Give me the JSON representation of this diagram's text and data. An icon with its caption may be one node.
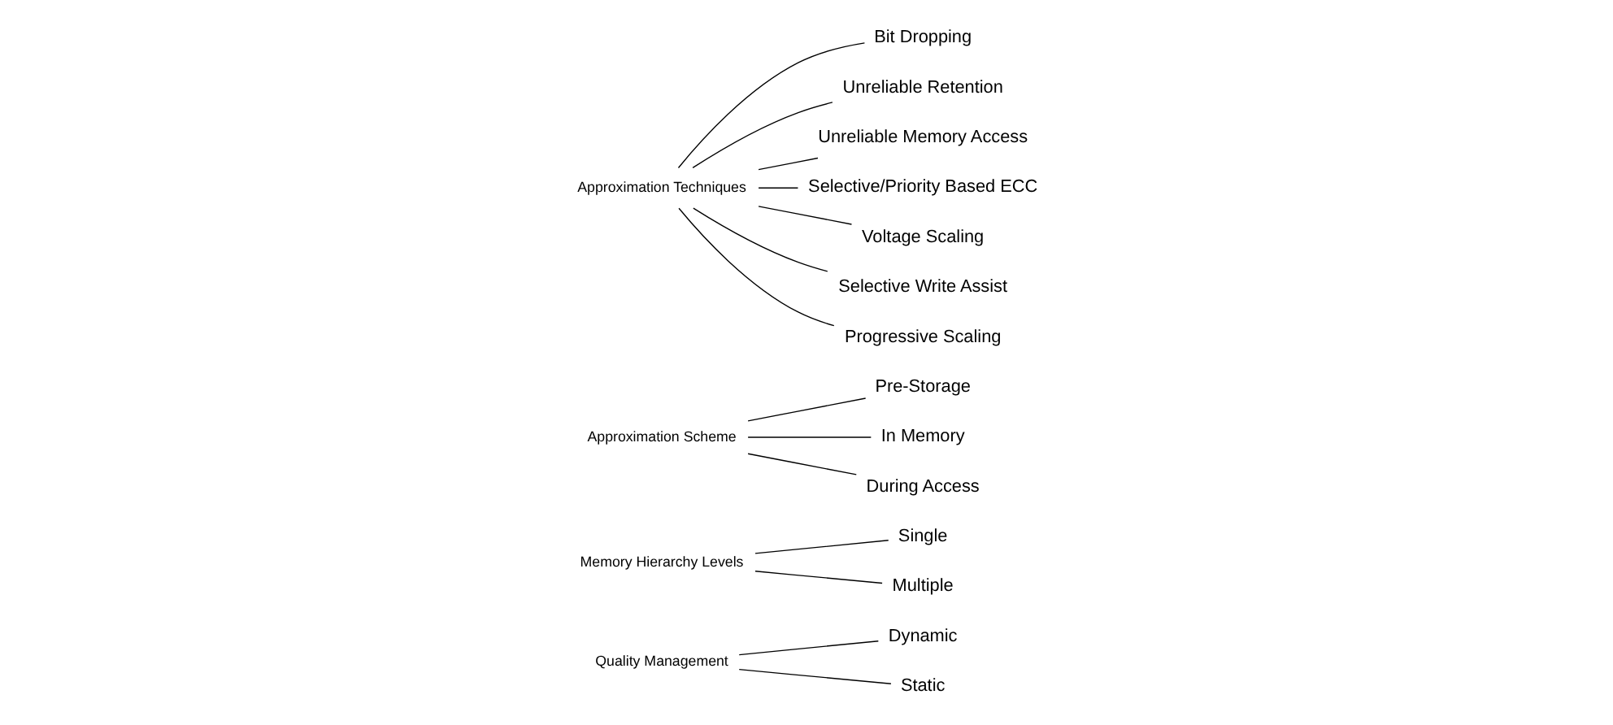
{
  "diagram": {
    "nodes": [
      {
        "text": [
          "Quality Management"
        ]
      },
      {
        "text": [
          "Dynamic"
        ]
      },
      {
        "text": [
          "Static"
        ]
      },
      {
        "text": [
          "Memory Hierarchy Levels"
        ]
      },
      {
        "text": [
          "Single"
        ]
      },
      {
        "text": [
          "Multiple"
        ]
      },
      {
        "text": [
          "Approximation Scheme"
        ]
      },
      {
        "text": [
          "Pre-Storage"
        ]
      },
      {
        "text": [
          "In Memory"
        ]
      },
      {
        "text": [
          "During Access"
        ]
      },
      {
        "text": [
          "Approximation Techniques"
        ]
      },
      {
        "text": [
          "Bit Dropping"
        ]
      },
      {
        "text": [
          "Unreliable Retention"
        ]
      },
      {
        "text": [
          "Unreliable Memory Access"
        ]
      },
      {
        "text": [
          "Selective/Priority Based ECC"
        ]
      },
      {
        "text": [
          "Voltage Scaling"
        ]
      },
      {
        "text": [
          "Selective Write Assist"
        ]
      },
      {
        "text": [
          "Progressive Scaling"
        ]
      }
    ],
    "edges": [
      {
        "from": 0,
        "to": 1,
        "arrow": "none"
      },
      {
        "from": 0,
        "to": 2,
        "arrow": "none"
      },
      {
        "from": 3,
        "to": 4,
        "arrow": "none"
      },
      {
        "from": 3,
        "to": 5,
        "arrow": "none"
      },
      {
        "from": 6,
        "to": 7,
        "arrow": "none"
      },
      {
        "from": 6,
        "to": 8,
        "arrow": "none"
      },
      {
        "from": 6,
        "to": 9,
        "arrow": "none"
      },
      {
        "from": 10,
        "to": 11,
        "arrow": "none"
      },
      {
        "from": 10,
        "to": 12,
        "arrow": "none"
      },
      {
        "from": 10,
        "to": 13,
        "arrow": "none"
      },
      {
        "from": 10,
        "to": 14,
        "arrow": "none"
      },
      {
        "from": 10,
        "to": 15,
        "arrow": "none"
      },
      {
        "from": 10,
        "to": 16,
        "arrow": "none"
      },
      {
        "from": 10,
        "to": 17,
        "arrow": "none"
      }
    ]
  }
}
